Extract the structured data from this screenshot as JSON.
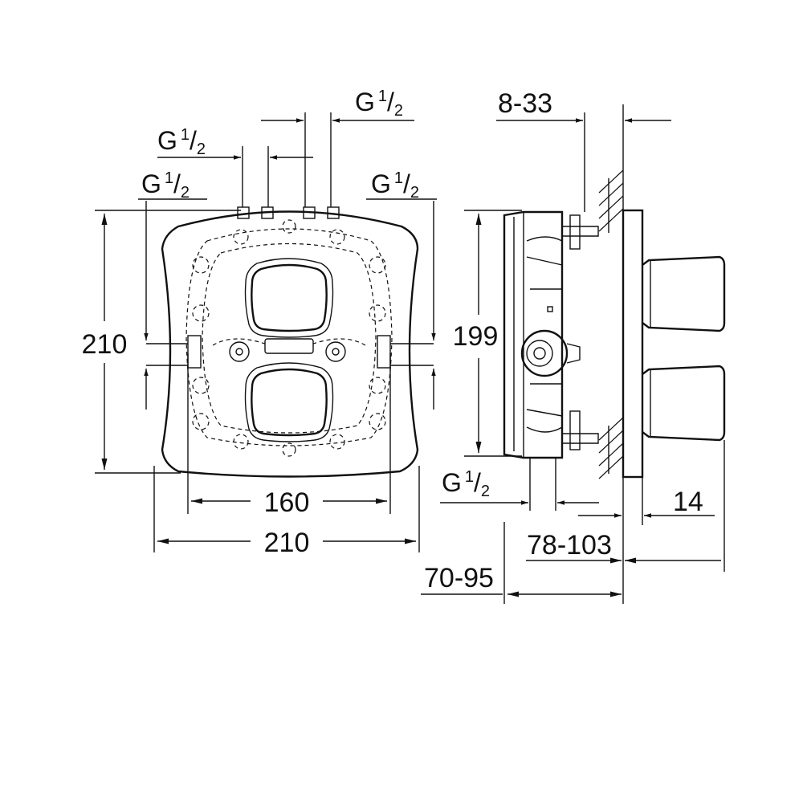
{
  "front_view": {
    "height_label": "210",
    "width_label": "210",
    "connection_spacing_label": "160",
    "thread_top": {
      "g": "G",
      "num": "1",
      "den": "2"
    },
    "thread_upper_left": {
      "g": "G",
      "num": "1",
      "den": "2"
    },
    "thread_left": {
      "g": "G",
      "num": "1",
      "den": "2"
    },
    "thread_right": {
      "g": "G",
      "num": "1",
      "den": "2"
    }
  },
  "side_view": {
    "height_label": "199",
    "wall_thickness_label": "8-33",
    "thread_bottom": {
      "g": "G",
      "num": "1",
      "den": "2"
    },
    "projection_label": "14",
    "depth_outer_label": "78-103",
    "depth_inner_label": "70-95"
  }
}
